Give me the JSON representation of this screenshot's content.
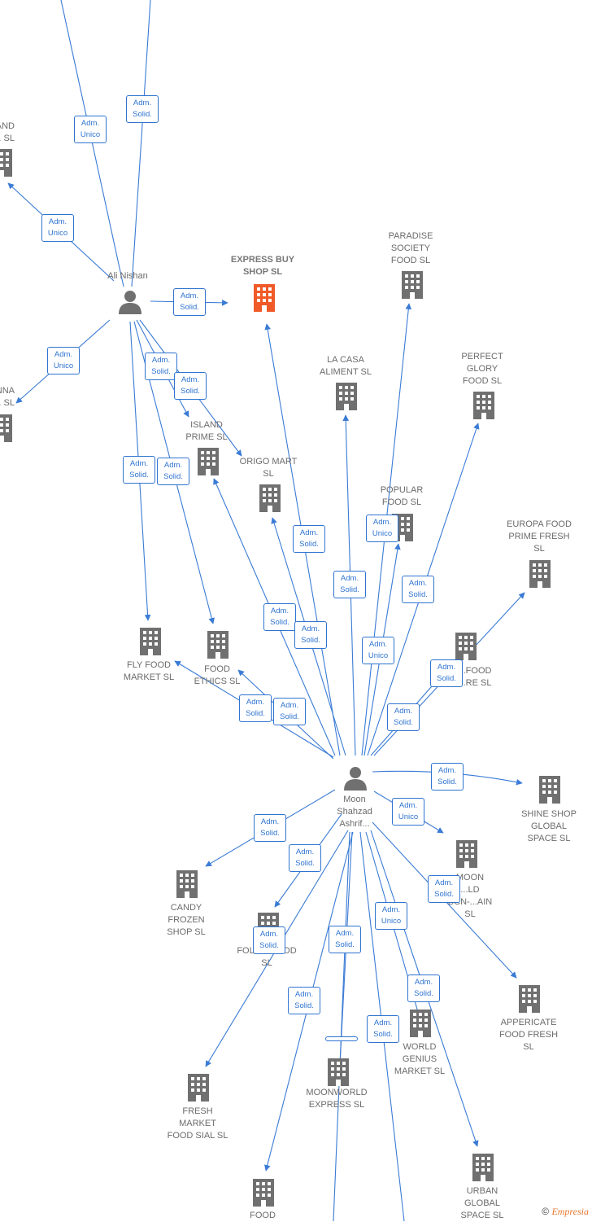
{
  "people": [
    {
      "id": "ali",
      "name": "Ali Nishan"
    },
    {
      "id": "moon",
      "name": "Moon Shahzad Ashrif..."
    }
  ],
  "companies": [
    {
      "id": "express",
      "name": "EXPRESS BUY SHOP SL",
      "highlight": true
    },
    {
      "id": "paradise",
      "name": "PARADISE SOCIETY FOOD SL"
    },
    {
      "id": "lacasa",
      "name": "LA CASA ALIMENT SL"
    },
    {
      "id": "perfect",
      "name": "PERFECT GLORY FOOD SL"
    },
    {
      "id": "island",
      "name": "ISLAND PRIME SL"
    },
    {
      "id": "origo",
      "name": "ORIGO MART SL"
    },
    {
      "id": "popular",
      "name": "POPULAR FOOD SL"
    },
    {
      "id": "europa",
      "name": "EUROPA FOOD PRIME FRESH SL"
    },
    {
      "id": "flyfood",
      "name": "FLY FOOD MARKET SL"
    },
    {
      "id": "ethics",
      "name": "FOOD ETHICS SL"
    },
    {
      "id": "foodstore",
      "name": "...FOOD ...RE SL"
    },
    {
      "id": "shine",
      "name": "SHINE SHOP GLOBAL SPACE SL"
    },
    {
      "id": "candy",
      "name": "CANDY FROZEN SHOP SL"
    },
    {
      "id": "moonworldbcn",
      "name": "MOON ...LD BCN-...AIN SL"
    },
    {
      "id": "folkd",
      "name": "FOL...D FOOD SL"
    },
    {
      "id": "appericate",
      "name": "APPERICATE FOOD FRESH SL"
    },
    {
      "id": "worldgenius",
      "name": "WORLD GENIUS MARKET SL"
    },
    {
      "id": "freshmarket",
      "name": "FRESH MARKET FOOD SIAL SL"
    },
    {
      "id": "moonworld",
      "name": "MOONWORLD EXPRESS SL"
    },
    {
      "id": "urban",
      "name": "URBAN GLOBAL SPACE SL"
    },
    {
      "id": "food",
      "name": "FOOD"
    },
    {
      "id": "partial1",
      "name": "...AND ... SL"
    },
    {
      "id": "partial2",
      "name": "...NNA ... SL"
    }
  ],
  "edge_labels": [
    {
      "id": "e1",
      "l1": "Adm.",
      "l2": "Unico"
    },
    {
      "id": "e2",
      "l1": "Adm.",
      "l2": "Solid."
    },
    {
      "id": "e3",
      "l1": "Adm.",
      "l2": "Unico"
    },
    {
      "id": "e4",
      "l1": "Adm.",
      "l2": "Solid."
    },
    {
      "id": "e5",
      "l1": "Adm.",
      "l2": "Unico"
    },
    {
      "id": "e6",
      "l1": "Adm.",
      "l2": "Solid."
    },
    {
      "id": "e7",
      "l1": "Adm.",
      "l2": "Solid."
    },
    {
      "id": "e8",
      "l1": "Adm.",
      "l2": "Solid."
    },
    {
      "id": "e9",
      "l1": "Adm.",
      "l2": "Solid."
    },
    {
      "id": "e10",
      "l1": "Adm.",
      "l2": "Solid."
    },
    {
      "id": "e11",
      "l1": "Adm.",
      "l2": "Unico"
    },
    {
      "id": "e12",
      "l1": "Adm.",
      "l2": "Solid."
    },
    {
      "id": "e13",
      "l1": "Adm.",
      "l2": "Solid."
    },
    {
      "id": "e14",
      "l1": "Adm.",
      "l2": "Solid."
    },
    {
      "id": "e15",
      "l1": "Adm.",
      "l2": "Solid."
    },
    {
      "id": "e16",
      "l1": "Adm.",
      "l2": "Unico"
    },
    {
      "id": "e17",
      "l1": "Adm.",
      "l2": "Solid."
    },
    {
      "id": "e18",
      "l1": "Adm.",
      "l2": "Solid."
    },
    {
      "id": "e19",
      "l1": "Adm.",
      "l2": "Solid."
    },
    {
      "id": "e20",
      "l1": "Adm.",
      "l2": "Solid."
    },
    {
      "id": "e21",
      "l1": "Adm.",
      "l2": "Solid."
    },
    {
      "id": "e22",
      "l1": "Adm.",
      "l2": "Unico"
    },
    {
      "id": "e23",
      "l1": "Adm.",
      "l2": "Solid."
    },
    {
      "id": "e24",
      "l1": "Adm.",
      "l2": "Solid."
    },
    {
      "id": "e25",
      "l1": "Adm.",
      "l2": "Solid."
    },
    {
      "id": "e26",
      "l1": "Adm.",
      "l2": "Solid."
    },
    {
      "id": "e27",
      "l1": "Adm.",
      "l2": "Unico"
    },
    {
      "id": "e28",
      "l1": "Adm.",
      "l2": "Solid."
    },
    {
      "id": "e29",
      "l1": "Adm.",
      "l2": "Solid."
    },
    {
      "id": "e30",
      "l1": "Adm.",
      "l2": "Solid."
    },
    {
      "id": "e31",
      "l1": "Adm.",
      "l2": "Solid."
    }
  ],
  "footer": {
    "copyright": "©",
    "brand": "Empresia"
  },
  "colors": {
    "edge": "#3a7bd5",
    "building": "#707070",
    "highlight": "#f05a28",
    "person": "#707070"
  }
}
